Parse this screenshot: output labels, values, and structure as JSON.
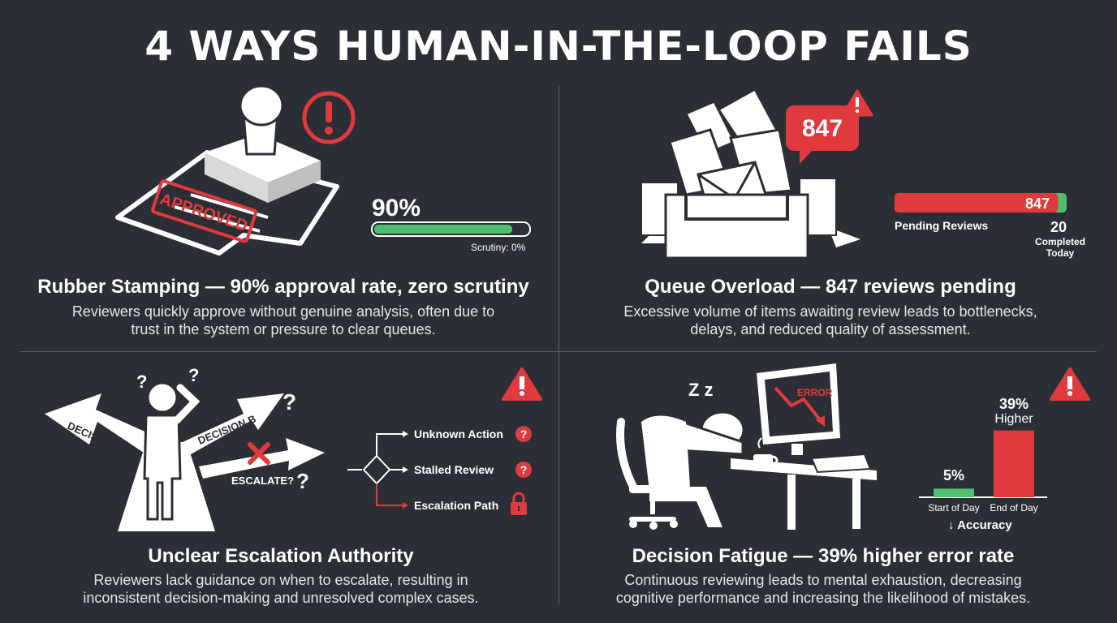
{
  "title": "4 WAYS HUMAN-IN-THE-LOOP FAILS",
  "colors": {
    "background": "#2b2f35",
    "accent_red": "#e03a3e",
    "accent_green": "#4dbf6e",
    "divider": "#5a5f66"
  },
  "panels": {
    "rubber": {
      "stamp_text": "APPROVED",
      "percent": "90%",
      "bar_fill_fraction": 0.9,
      "scrutiny": "Scrutiny: 0%",
      "heading": "Rubber Stamping — 90% approval rate, zero scrutiny",
      "desc_line1": "Reviewers quickly approve without genuine analysis, often due to",
      "desc_line2": "trust in the system or pressure to clear queues.",
      "icon": "alert-circle-icon"
    },
    "queue": {
      "badge": "847",
      "bar_value": "847",
      "pending_label": "Pending Reviews",
      "completed_value": "20",
      "completed_line1": "Completed",
      "completed_line2": "Today",
      "pending_fraction": 0.95,
      "heading": "Queue Overload — 847 reviews pending",
      "desc_line1": "Excessive volume of items awaiting review leads to bottlenecks,",
      "desc_line2": "delays, and reduced quality of assessment.",
      "icon": "warning-triangle-icon"
    },
    "escalation": {
      "decision_a": "DECISION A",
      "decision_b": "DECISION B",
      "escalate": "ESCALATE?",
      "items": [
        {
          "label": "Unknown Action",
          "icon": "question-circle-icon"
        },
        {
          "label": "Stalled Review",
          "icon": "question-circle-icon"
        },
        {
          "label": "Escalation Path",
          "icon": "lock-icon"
        }
      ],
      "heading": "Unclear Escalation Authority",
      "desc_line1": "Reviewers lack guidance on when to escalate, resulting in",
      "desc_line2": "inconsistent decision-making and unresolved complex cases.",
      "icon": "warning-triangle-icon"
    },
    "fatigue": {
      "zz": "Z z",
      "error_text": "ERROR",
      "accuracy": "↓ Accuracy",
      "heading": "Decision Fatigue — 39% higher error rate",
      "desc_line1": "Continuous reviewing leads to mental exhaustion, decreasing",
      "desc_line2": "cognitive performance and increasing the likelihood of mistakes.",
      "icon": "warning-triangle-icon"
    }
  },
  "chart_data": {
    "type": "bar",
    "categories": [
      "Start of Day",
      "End of Day"
    ],
    "values": [
      5,
      39
    ],
    "value_labels": [
      "5%",
      "39%"
    ],
    "sub_label": "Higher",
    "xlabel": "↓ Accuracy",
    "ylim": [
      0,
      45
    ],
    "colors": [
      "#4dbf6e",
      "#e03a3e"
    ]
  }
}
